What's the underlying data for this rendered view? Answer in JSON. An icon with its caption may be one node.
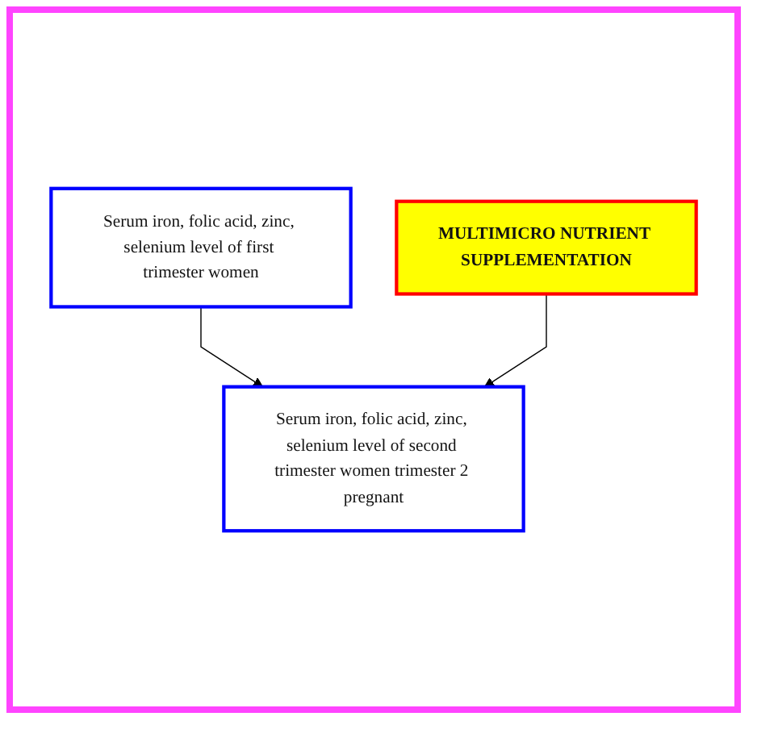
{
  "diagram": {
    "nodes": [
      {
        "text": [
          "Serum iron, folic acid, zinc, selenium level of first trimester women"
        ]
      },
      {
        "text": [
          "MULTIMICRO NUTRIENT SUPPLEMENTATION"
        ]
      },
      {
        "text": [
          "Serum iron, folic acid, zinc, selenium level of second trimester women trimester 2 pregnant"
        ]
      }
    ],
    "edges": [
      {
        "from": 0,
        "to": 2,
        "arrow": "to"
      },
      {
        "from": 1,
        "to": 2,
        "arrow": "to"
      }
    ]
  }
}
